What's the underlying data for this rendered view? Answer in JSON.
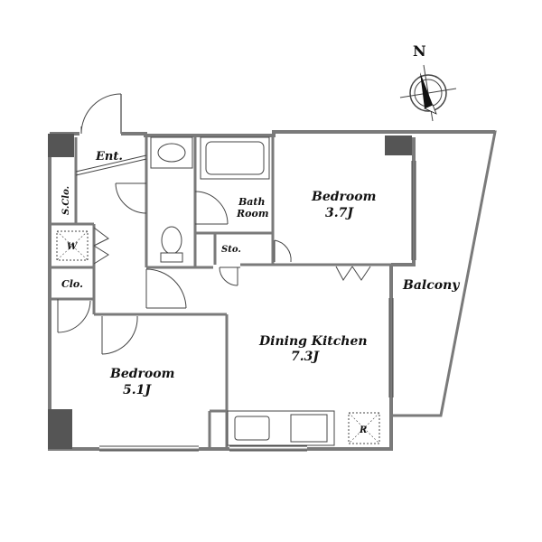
{
  "compass": {
    "label": "N"
  },
  "rooms": {
    "entrance": "Ent.",
    "shoe_closet": "S.Clo.",
    "washer": "W",
    "closet": "Clo.",
    "bath_line1": "Bath",
    "bath_line2": "Room",
    "storage": "Sto.",
    "bedroom_north_name": "Bedroom",
    "bedroom_north_size": "3.7J",
    "bedroom_south_name": "Bedroom",
    "bedroom_south_size": "5.1J",
    "dining_kitchen_name": "Dining Kitchen",
    "dining_kitchen_size": "7.3J",
    "balcony": "Balcony",
    "fridge": "R"
  }
}
